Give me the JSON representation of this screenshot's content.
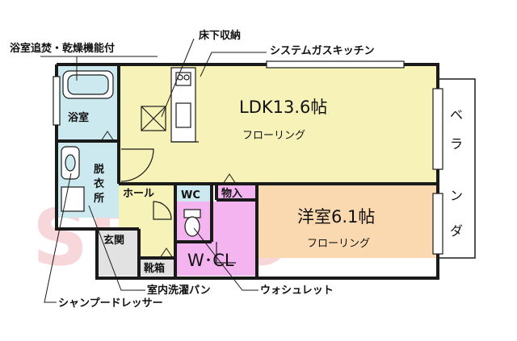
{
  "callouts": {
    "bath_dryer": "浴室追焚・乾燥機能付",
    "underfloor_storage": "床下収納",
    "system_kitchen": "システムガスキッチン",
    "indoor_washer_pan": "室内洗濯パン",
    "shampoo_dresser": "シャンプードレッサー",
    "washlet": "ウォシュレット"
  },
  "rooms": {
    "ldk": {
      "name": "LDK13.6帖",
      "floor": "フローリング"
    },
    "western": {
      "name": "洋室6.1帖",
      "floor": "フローリング"
    },
    "bathroom": "浴室",
    "dressing_lines": [
      "脱",
      "衣",
      "所"
    ],
    "hall": "ホール",
    "wc": "WC",
    "storage": "物入",
    "entrance": "玄関",
    "shoe_box": "靴箱",
    "walk_in_closet": "W･CL",
    "balcony_chars": [
      "ベ",
      "ラ",
      "ン",
      "ダ"
    ]
  },
  "watermark": "SEIKO",
  "colors": {
    "ldk": "#f7f2b8",
    "western": "#fbd9b0",
    "wet": "#cde9f0",
    "closet": "#f4b4ef",
    "entrance": "#e2e2e2",
    "wall": "#1a1a1a",
    "watermark": "#f5c6cb"
  }
}
